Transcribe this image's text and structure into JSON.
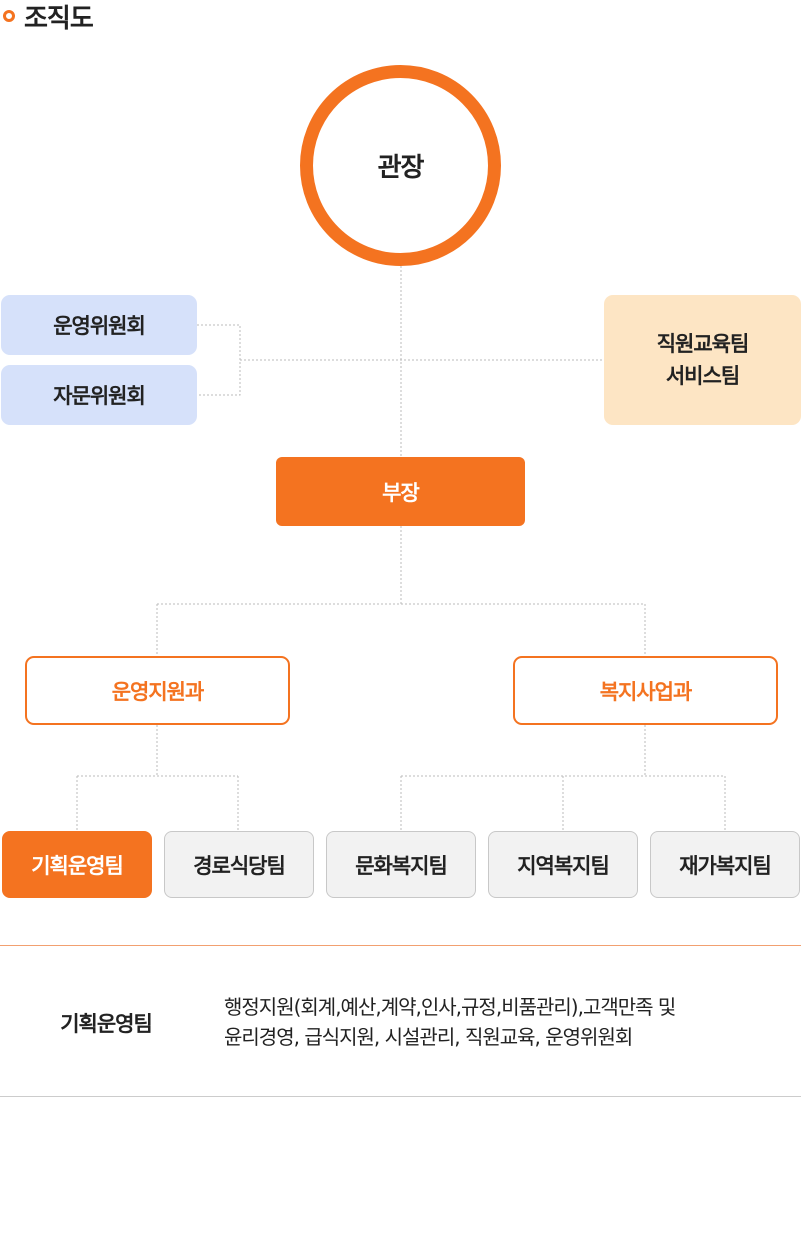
{
  "title": "조직도",
  "top": {
    "label": "관장"
  },
  "committees": [
    "운영위원회",
    "자문위원회"
  ],
  "service_teams": [
    "직원교육팀",
    "서비스팀"
  ],
  "deputy": {
    "label": "부장"
  },
  "departments": [
    "운영지원과",
    "복지사업과"
  ],
  "teams": [
    "기획운영팀",
    "경로식당팀",
    "문화복지팀",
    "지역복지팀",
    "재가복지팀"
  ],
  "selected_team": "기획운영팀",
  "description": {
    "team": "기획운영팀",
    "lines": [
      "행정지원(회계,예산,계약,인사,규정,비품관리),고객만족 및",
      "윤리경영, 급식지원, 시설관리, 직원교육, 운영위원회"
    ]
  },
  "colors": {
    "accent": "#f47320",
    "committee_bg": "#d6e1fa",
    "service_bg": "#fde5c4",
    "team_bg": "#f2f2f2",
    "connector": "#bbbbbb"
  }
}
